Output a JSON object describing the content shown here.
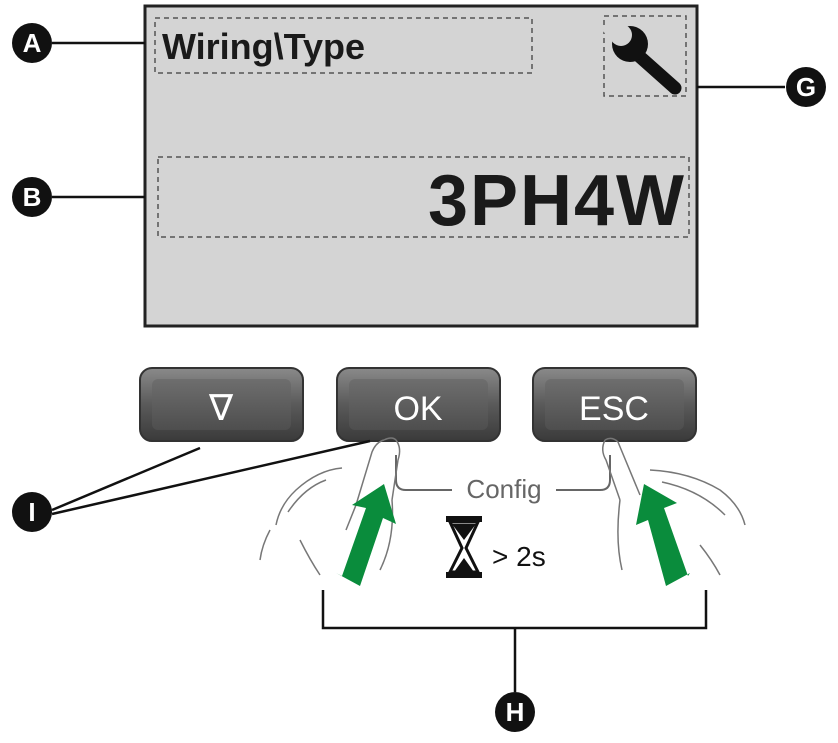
{
  "screen": {
    "menu_path": "Wiring\\Type",
    "value": "3PH4W",
    "icon": "wrench-icon"
  },
  "buttons": {
    "down_label": "∇",
    "ok_label": "OK",
    "esc_label": "ESC"
  },
  "gesture": {
    "combo_label": "Config",
    "duration_label": "> 2s",
    "timer_icon": "hourglass-icon"
  },
  "callouts": {
    "A": "A",
    "B": "B",
    "G": "G",
    "H": "H",
    "I": "I"
  },
  "colors": {
    "screen_bg": "#d4d4d4",
    "button_face": "#5c5c5c",
    "callout_fill": "#111111",
    "arrow_green": "#0a8c3c"
  }
}
